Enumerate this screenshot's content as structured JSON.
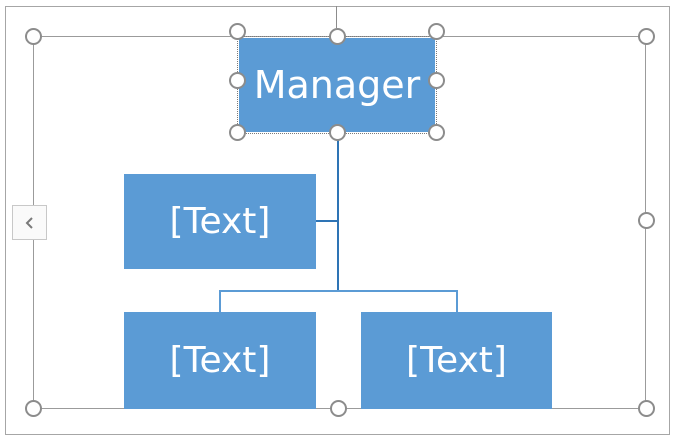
{
  "diagram": {
    "manager_label": "Manager",
    "assistant_label": "[Text]",
    "subordinate_left_label": "[Text]",
    "subordinate_right_label": "[Text]",
    "colors": {
      "node_fill": "#5b9bd5",
      "node_text": "#ffffff",
      "connector": "#2e74b5",
      "subconnector": "#5b9bd5",
      "handle_border": "#8c8c8c"
    }
  },
  "text_pane_toggle_icon": "chevron-left-icon"
}
